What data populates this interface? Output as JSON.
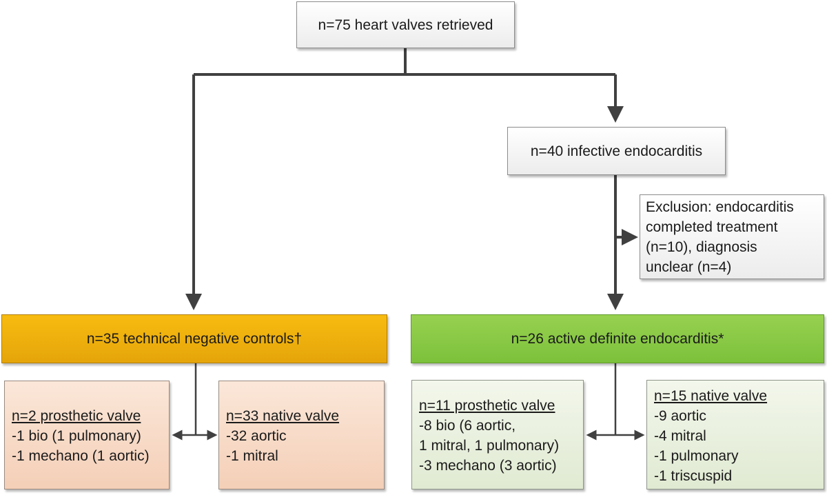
{
  "flowchart": {
    "top": {
      "text": "n=75 heart valves retrieved"
    },
    "ie": {
      "text": "n=40 infective endocarditis"
    },
    "exclusion": {
      "lines": [
        "Exclusion: endocarditis",
        "completed treatment",
        "(n=10), diagnosis",
        "unclear (n=4)"
      ]
    },
    "controls": {
      "text": "n=35 technical negative controls†",
      "color": "#f2b20f"
    },
    "active": {
      "text": "n=26 active definite endocarditis*",
      "color": "#8dca47"
    },
    "control_prosthetic": {
      "heading": "n=2 prosthetic valve",
      "lines": [
        "-1 bio (1 pulmonary)",
        "-1 mechano (1 aortic)"
      ]
    },
    "control_native": {
      "heading": "n=33 native valve",
      "lines": [
        "-32 aortic",
        "-1 mitral"
      ]
    },
    "active_prosthetic": {
      "heading": "n=11 prosthetic valve",
      "lines": [
        "-8 bio (6 aortic,",
        "1 mitral, 1 pulmonary)",
        "-3 mechano (3 aortic)"
      ]
    },
    "active_native": {
      "heading": "n=15 native valve",
      "lines": [
        "-9 aortic",
        "-4 mitral",
        "-1 pulmonary",
        "-1 triscuspid"
      ]
    }
  }
}
